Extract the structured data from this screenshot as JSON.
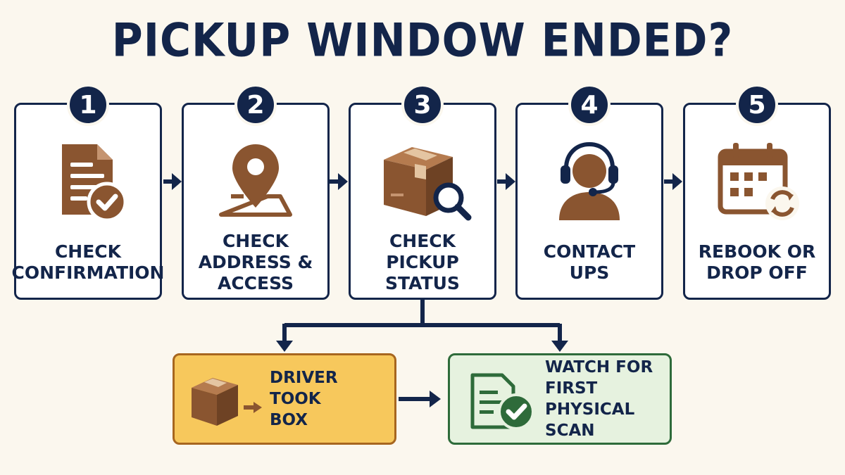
{
  "title": "PICKUP WINDOW ENDED?",
  "colors": {
    "navy": "#13254a",
    "brown": "#8a5530",
    "yellow": "#f7c85c",
    "green": "#2e6b3a",
    "light_green": "#e6f2df",
    "background": "#fbf7ee"
  },
  "steps": [
    {
      "number": "1",
      "lines": [
        "CHECK",
        "CONFIRMATION"
      ],
      "icon": "document-check-icon"
    },
    {
      "number": "2",
      "lines": [
        "CHECK",
        "ADDRESS &",
        "ACCESS"
      ],
      "icon": "map-pin-icon"
    },
    {
      "number": "3",
      "lines": [
        "CHECK",
        "PICKUP STATUS"
      ],
      "icon": "box-magnifier-icon"
    },
    {
      "number": "4",
      "lines": [
        "CONTACT",
        "UPS"
      ],
      "icon": "headset-agent-icon"
    },
    {
      "number": "5",
      "lines": [
        "REBOOK OR",
        "DROP OFF"
      ],
      "icon": "calendar-refresh-icon"
    }
  ],
  "outcomes": [
    {
      "lines": [
        "DRIVER TOOK",
        "BOX"
      ],
      "icon": "box-arrow-icon"
    },
    {
      "lines": [
        "WATCH FOR FIRST",
        "PHYSICAL SCAN"
      ],
      "icon": "document-check-icon"
    }
  ]
}
